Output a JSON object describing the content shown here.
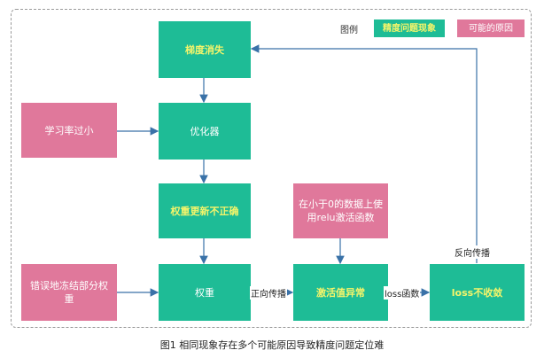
{
  "legend": {
    "title": "图例",
    "phenomenon": "精度问题现象",
    "cause": "可能的原因"
  },
  "nodes": {
    "gradient_vanish": "梯度消失",
    "optimizer": "优化器",
    "learning_rate": "学习率过小",
    "weight_update": "权重更新不正确",
    "weights": "权重",
    "wrong_freeze": "错误地冻结部分权重",
    "negative_relu": "在小于0的数据上使用relu激活函数",
    "activation_abnormal": "激活值异常",
    "loss_not_converge": "loss不收敛"
  },
  "edges": {
    "forward": "正向传播",
    "loss_func": "loss函数",
    "backward": "反向传播"
  },
  "colors": {
    "phenomenon": "#1ebc96",
    "cause": "#e0789b",
    "arrow": "#3a72a8"
  },
  "caption": "图1 相同现象存在多个可能原因导致精度问题定位难"
}
